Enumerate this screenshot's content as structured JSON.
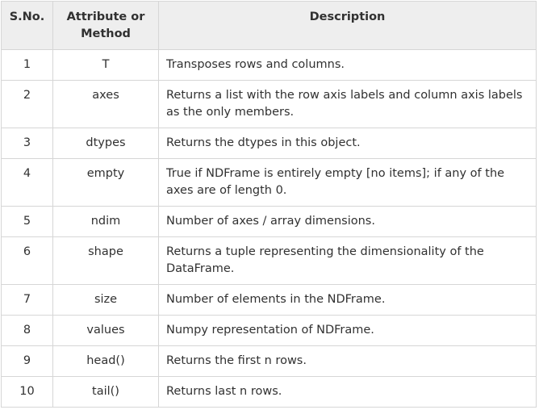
{
  "headers": {
    "sno": "S.No.",
    "attribute": "Attribute or Method",
    "description": "Description"
  },
  "rows": [
    {
      "sno": "1",
      "attribute": "T",
      "description": "Transposes rows and columns."
    },
    {
      "sno": "2",
      "attribute": "axes",
      "description": "Returns a list with the row axis labels and column axis labels as the only members."
    },
    {
      "sno": "3",
      "attribute": "dtypes",
      "description": "Returns the dtypes in this object."
    },
    {
      "sno": "4",
      "attribute": "empty",
      "description": "True if NDFrame is entirely empty [no items]; if any of the axes are of length 0."
    },
    {
      "sno": "5",
      "attribute": "ndim",
      "description": "Number of axes / array dimensions."
    },
    {
      "sno": "6",
      "attribute": "shape",
      "description": "Returns a tuple representing the dimensionality of the DataFrame."
    },
    {
      "sno": "7",
      "attribute": "size",
      "description": "Number of elements in the NDFrame."
    },
    {
      "sno": "8",
      "attribute": "values",
      "description": "Numpy representation of NDFrame."
    },
    {
      "sno": "9",
      "attribute": "head()",
      "description": "Returns the first n rows."
    },
    {
      "sno": "10",
      "attribute": "tail()",
      "description": "Returns last n rows."
    }
  ]
}
